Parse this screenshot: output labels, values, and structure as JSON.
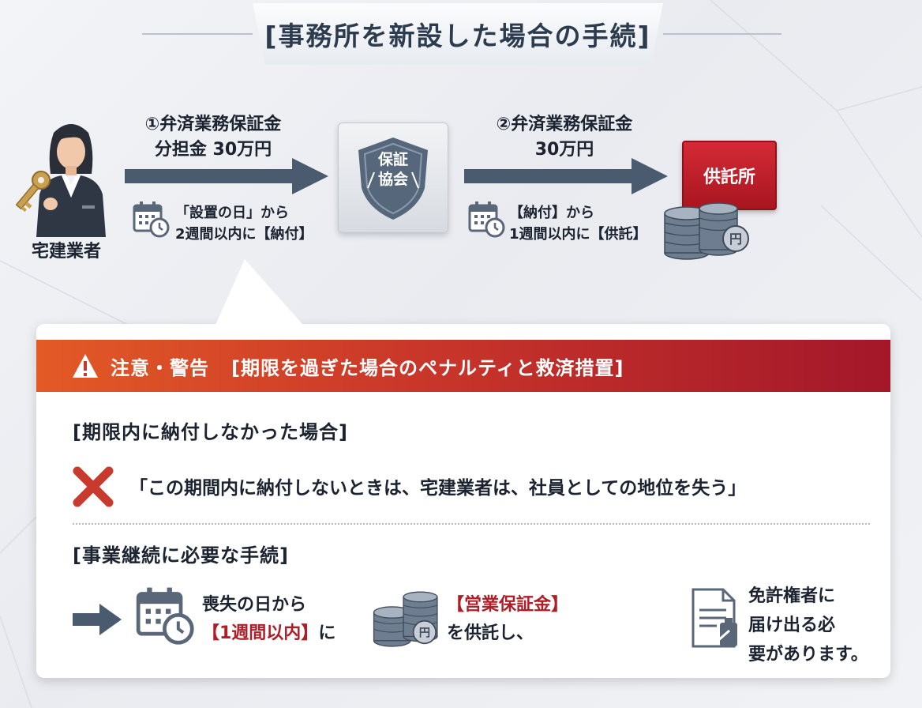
{
  "title": "[事務所を新設した場合の手続]",
  "flow": {
    "actor_label": "宅建業者",
    "step1": {
      "line1": "①弁済業務保証金",
      "line2": "分担金 30万円",
      "deadline_line1": "「設置の日」から",
      "deadline_line2": "2週間以内に【納付】"
    },
    "association_label_line1": "保証",
    "association_label_line2": "協会",
    "step2": {
      "line1": "②弁済業務保証金",
      "line2": "30万円",
      "deadline_line1": "【納付】から",
      "deadline_line2": "1週間以内に【供託】"
    },
    "deposit_office_label": "供託所",
    "coin_symbol": "円"
  },
  "warning": {
    "header_left": "注意・警告",
    "header_right": "[期限を過ぎた場合のペナルティと救済措置]",
    "section1_title": "[期限内に納付しなかった場合]",
    "penalty_quote": "「この期間内に納付しないときは、宅建業者は、社員としての地位を失う」",
    "section2_title": "[事業継続に必要な手続]",
    "procedure": {
      "part1_line1": "喪失の日から",
      "part1_highlight": "【1週間以内】",
      "part1_suffix": "に",
      "part2_highlight": "【営業保証金】",
      "part2_line2": "を供託し、",
      "part3_line1": "免許権者に",
      "part3_line2": "届け出る必",
      "part3_line3": "要があります。"
    }
  },
  "colors": {
    "title_text": "#2c3b4d",
    "arrow": "#4a5b70",
    "warning_gradient_start": "#e35a26",
    "warning_gradient_end": "#a3172a",
    "accent_red": "#b01d26",
    "deposit_office": "#c01f2a"
  },
  "icons": [
    "person-with-key-icon",
    "calendar-clock-icon",
    "shield-icon",
    "coin-stack-icon",
    "warning-triangle-icon",
    "cross-mark-icon",
    "arrow-right-icon",
    "document-pen-icon"
  ]
}
